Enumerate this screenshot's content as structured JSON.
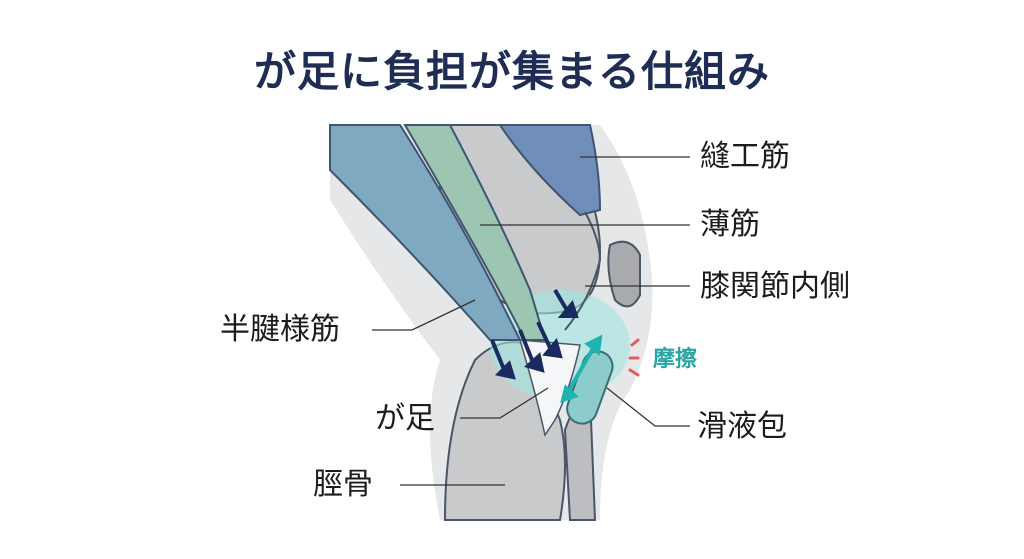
{
  "title": "が足に負担が集まる仕組み",
  "labels": {
    "sartorius": "縫工筋",
    "gracilis": "薄筋",
    "knee_medial": "膝関節内側",
    "semitendinosus": "半腱様筋",
    "friction": "摩擦",
    "bursa": "滑液包",
    "pes_anserinus": "が足",
    "tibia": "脛骨"
  },
  "colors": {
    "title": "#1f2d55",
    "friction": "#2aa5a5",
    "arrow": "#1a2a5e",
    "friction_marks": "#e06060"
  }
}
